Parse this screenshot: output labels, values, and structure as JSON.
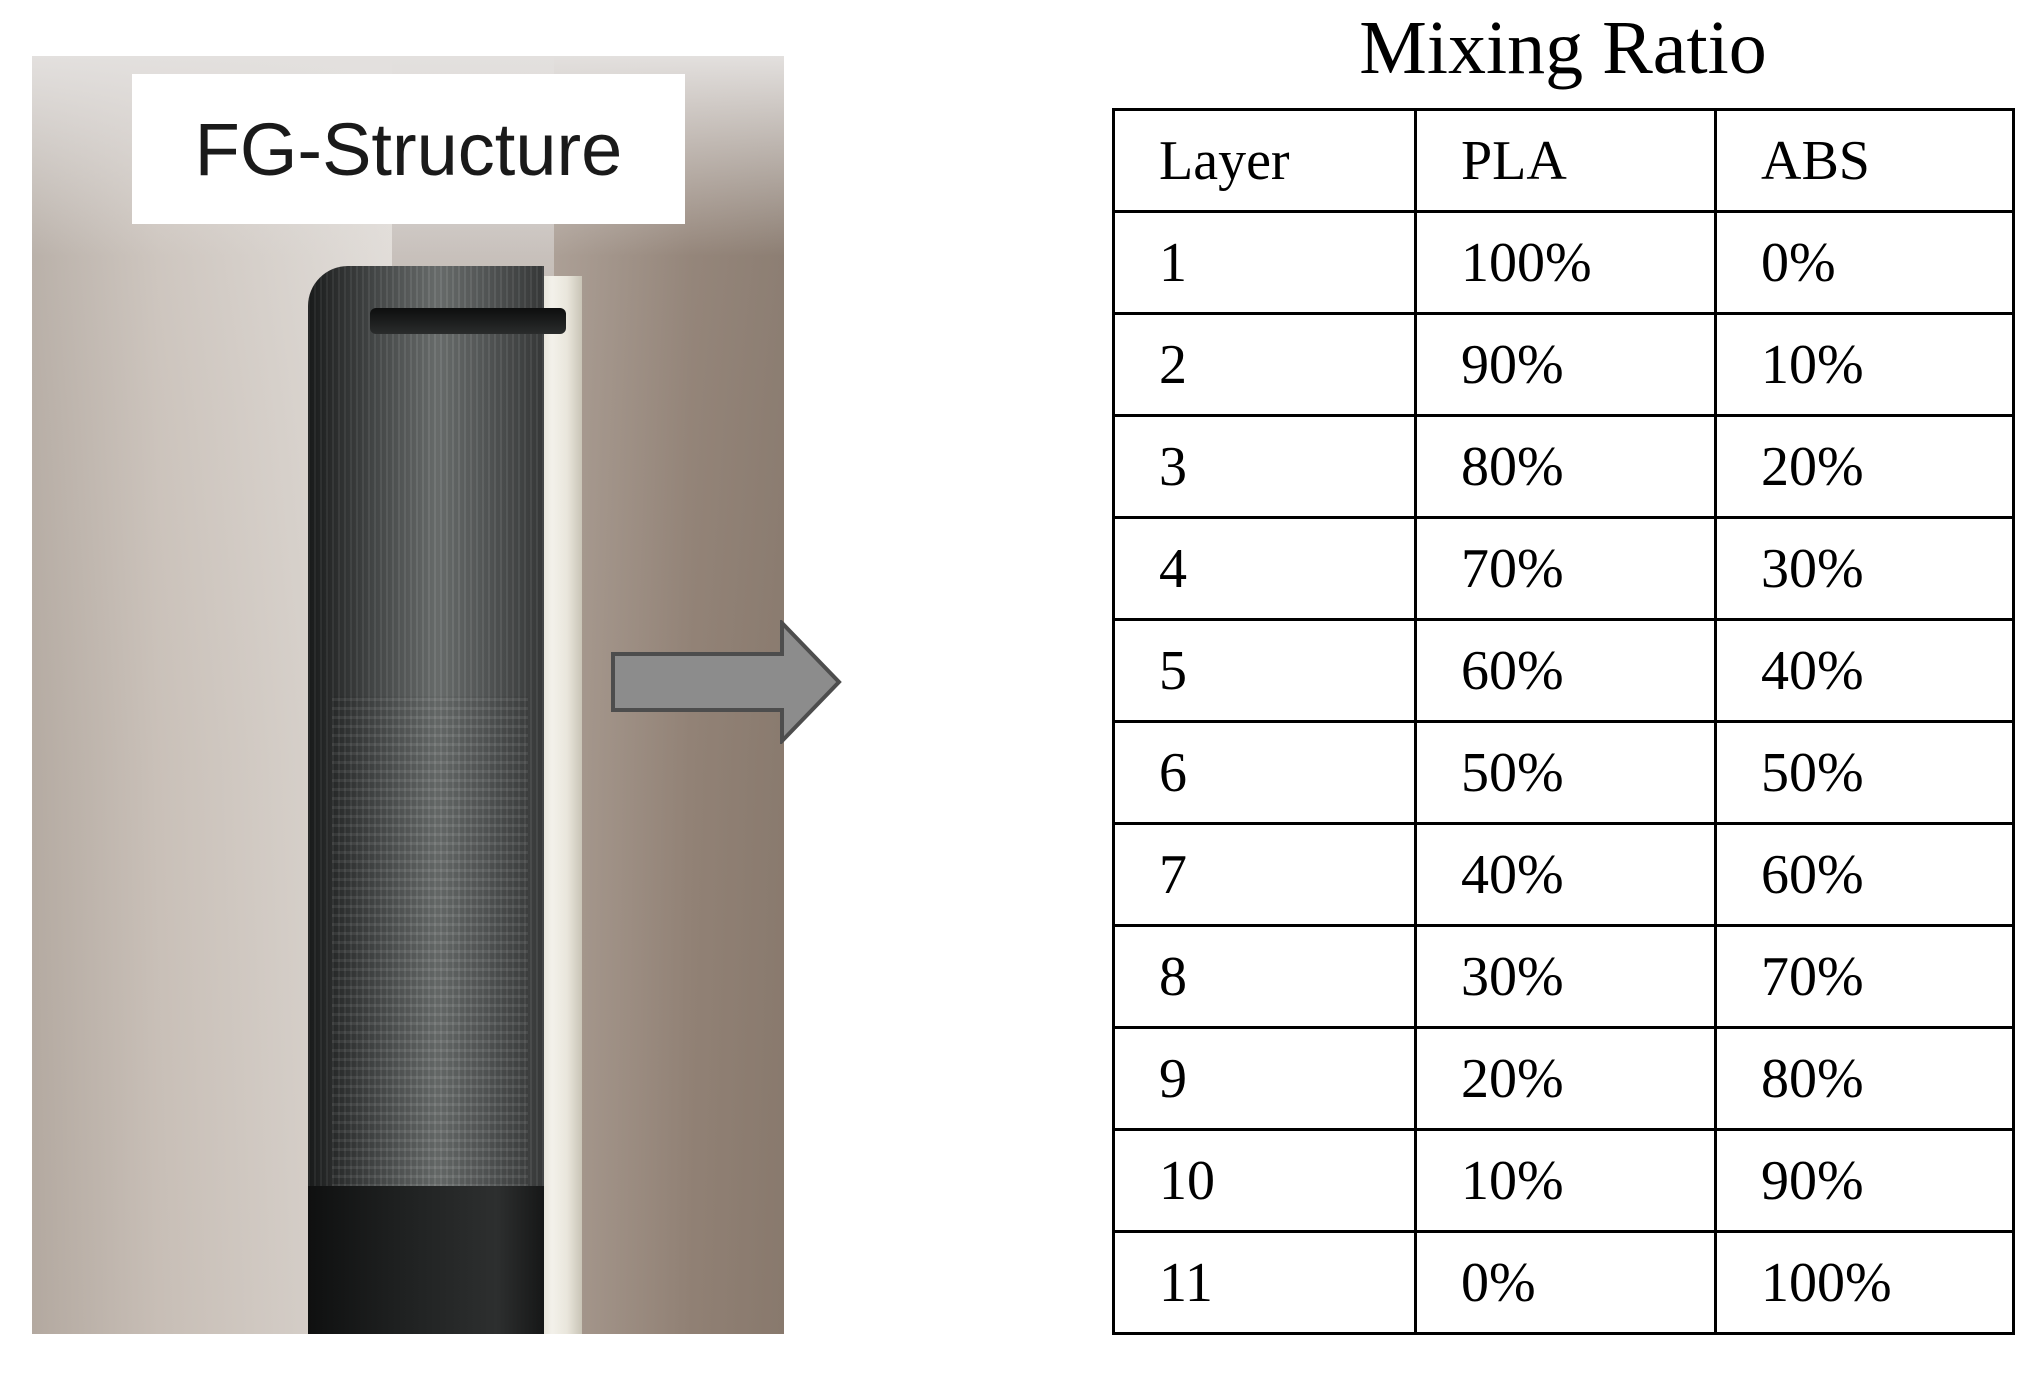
{
  "photo": {
    "label": "FG-Structure"
  },
  "table": {
    "title": "Mixing Ratio",
    "headers": [
      "Layer",
      "PLA",
      "ABS"
    ],
    "rows": [
      [
        "1",
        "100%",
        "0%"
      ],
      [
        "2",
        "90%",
        "10%"
      ],
      [
        "3",
        "80%",
        "20%"
      ],
      [
        "4",
        "70%",
        "30%"
      ],
      [
        "5",
        "60%",
        "40%"
      ],
      [
        "6",
        "50%",
        "50%"
      ],
      [
        "7",
        "40%",
        "60%"
      ],
      [
        "8",
        "30%",
        "70%"
      ],
      [
        "9",
        "20%",
        "80%"
      ],
      [
        "10",
        "10%",
        "90%"
      ],
      [
        "11",
        "0%",
        "100%"
      ]
    ]
  },
  "colors": {
    "arrow_fill": "#8c8c8c",
    "arrow_stroke": "#4d4d4d",
    "table_border": "#000000"
  },
  "icons": {
    "arrow": "right-arrow-icon"
  }
}
